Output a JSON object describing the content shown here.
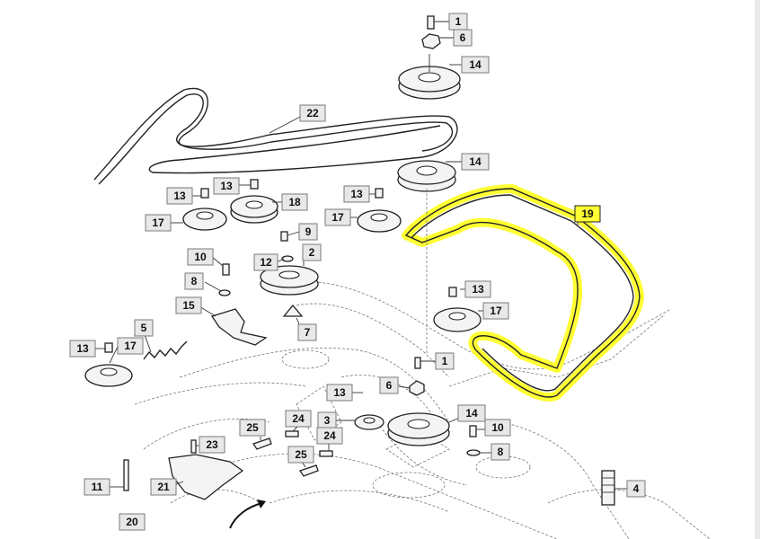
{
  "callouts": [
    {
      "id": "c1a",
      "label": "1"
    },
    {
      "id": "c6a",
      "label": "6"
    },
    {
      "id": "c14a",
      "label": "14"
    },
    {
      "id": "c22",
      "label": "22"
    },
    {
      "id": "c14b",
      "label": "14"
    },
    {
      "id": "c19",
      "label": "19",
      "highlight": true
    },
    {
      "id": "c13a",
      "label": "13"
    },
    {
      "id": "c13b",
      "label": "13"
    },
    {
      "id": "c18",
      "label": "18"
    },
    {
      "id": "c17a",
      "label": "17"
    },
    {
      "id": "c13c",
      "label": "13"
    },
    {
      "id": "c17b",
      "label": "17"
    },
    {
      "id": "c9",
      "label": "9"
    },
    {
      "id": "c10a",
      "label": "10"
    },
    {
      "id": "c12",
      "label": "12"
    },
    {
      "id": "c2",
      "label": "2"
    },
    {
      "id": "c8a",
      "label": "8"
    },
    {
      "id": "c13d",
      "label": "13"
    },
    {
      "id": "c17c",
      "label": "17"
    },
    {
      "id": "c15",
      "label": "15"
    },
    {
      "id": "c7",
      "label": "7"
    },
    {
      "id": "c5",
      "label": "5"
    },
    {
      "id": "c13e",
      "label": "13"
    },
    {
      "id": "c17d",
      "label": "17"
    },
    {
      "id": "c1b",
      "label": "1"
    },
    {
      "id": "c13f",
      "label": "13"
    },
    {
      "id": "c6b",
      "label": "6"
    },
    {
      "id": "c3",
      "label": "3"
    },
    {
      "id": "c24a",
      "label": "24"
    },
    {
      "id": "c25a",
      "label": "25"
    },
    {
      "id": "c14c",
      "label": "14"
    },
    {
      "id": "c10b",
      "label": "10"
    },
    {
      "id": "c23",
      "label": "23"
    },
    {
      "id": "c24b",
      "label": "24"
    },
    {
      "id": "c25b",
      "label": "25"
    },
    {
      "id": "c8b",
      "label": "8"
    },
    {
      "id": "c11",
      "label": "11"
    },
    {
      "id": "c21",
      "label": "21"
    },
    {
      "id": "c4",
      "label": "4"
    },
    {
      "id": "c20",
      "label": "20"
    }
  ],
  "colors": {
    "highlight": "#ffff33",
    "callout_fill": "#e8e8e8",
    "line": "#222222"
  }
}
